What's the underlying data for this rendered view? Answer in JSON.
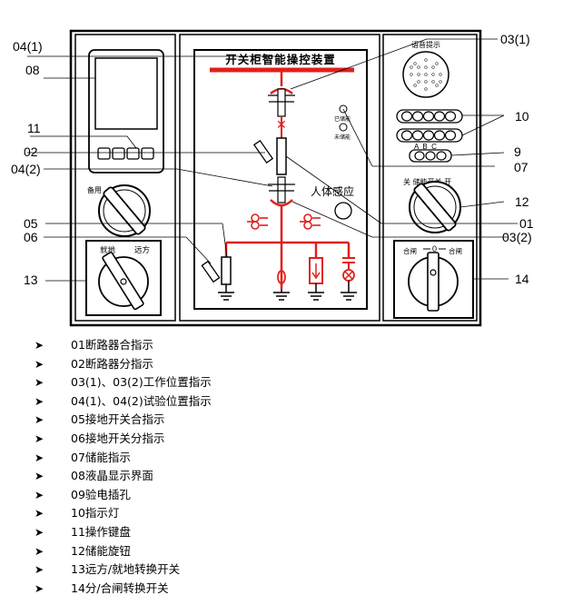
{
  "panel": {
    "title": "开关柜智能操控装置",
    "speaker_label": "语音提示",
    "human_sense_label": "人体感应",
    "charged_label": "已储能",
    "uncharged_label": "未储能",
    "abc_label": "A  B  C",
    "standby_label": "备用",
    "energy_knob_label": "关 储能开关 开",
    "local_label": "就地",
    "remote_label": "远方",
    "open_label": "合闸",
    "zero_label": "0",
    "close_label": "合闸"
  },
  "callouts": {
    "c04_1": "04(1)",
    "c08": "08",
    "c11": "11",
    "c02": "02",
    "c04_2": "04(2)",
    "c05": "05",
    "c06": "06",
    "c13": "13",
    "c03_1": "03(1)",
    "c10": "10",
    "c09": "9",
    "c07": "07",
    "c12": "12",
    "c01": "01",
    "c03_2": "03(2)",
    "c14": "14"
  },
  "legend": [
    "01断路器合指示",
    "02断路器分指示",
    "03(1)、03(2)工作位置指示",
    "04(1)、04(2)试验位置指示",
    "05接地开关合指示",
    "06接地开关分指示",
    "07储能指示",
    "08液晶显示界面",
    "09验电插孔",
    "10指示灯",
    "11操作键盘",
    "12储能旋钮",
    "13远方/就地转换开关",
    "14分/合闸转换开关"
  ],
  "colors": {
    "accent": "#e0201b",
    "line": "#000000"
  }
}
